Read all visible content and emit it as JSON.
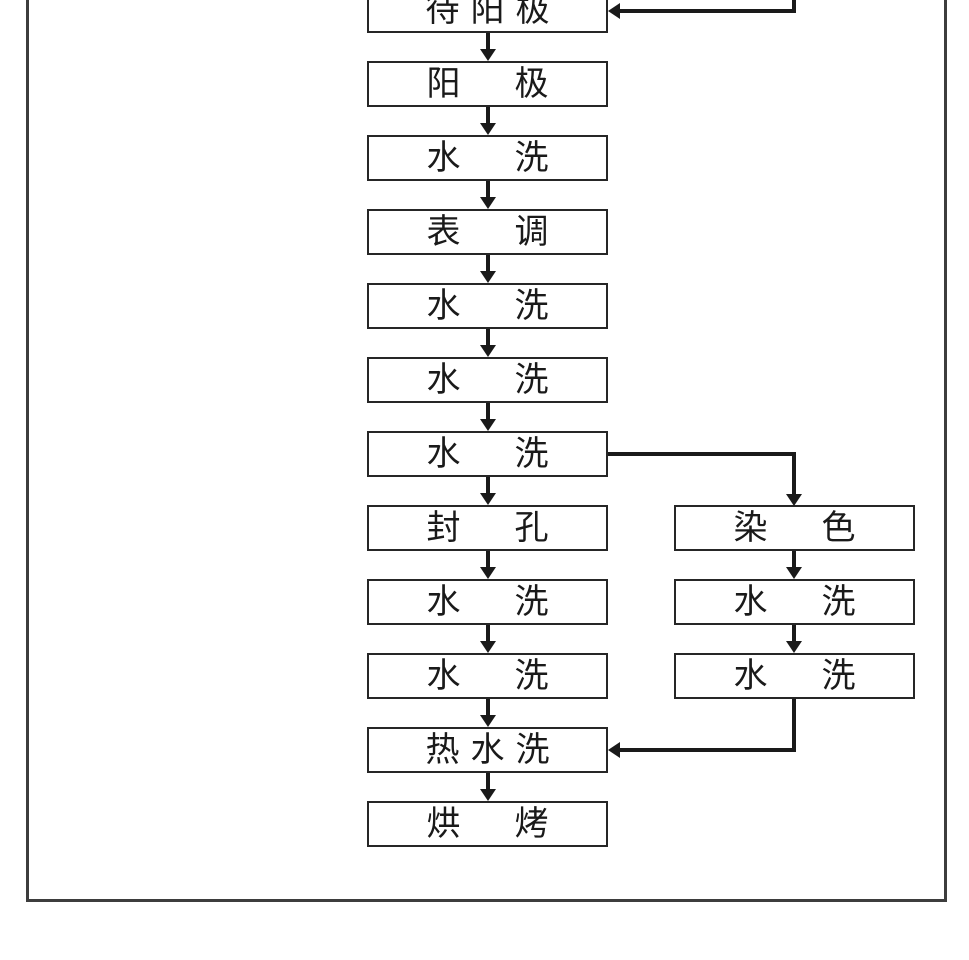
{
  "colors": {
    "line": "#1a1a1a",
    "box_border": "#262626",
    "frame_border": "#3d3d3d",
    "background": "#ffffff",
    "text": "#1a1a1a"
  },
  "flowchart": {
    "type": "process-flow",
    "description": "Anodizing process flowchart, main column with dyeing branch; entry arrow from off-screen top right; outer frame cropped at top",
    "main_column": [
      {
        "id": "pre-anodize",
        "label": "待阳极"
      },
      {
        "id": "anodize",
        "label": "阳极"
      },
      {
        "id": "water-wash-1",
        "label": "水洗"
      },
      {
        "id": "surface-conditioning",
        "label": "表调"
      },
      {
        "id": "water-wash-2",
        "label": "水洗"
      },
      {
        "id": "water-wash-3",
        "label": "水洗"
      },
      {
        "id": "water-wash-4",
        "label": "水洗"
      },
      {
        "id": "sealing",
        "label": "封孔"
      },
      {
        "id": "water-wash-5",
        "label": "水洗"
      },
      {
        "id": "water-wash-6",
        "label": "水洗"
      },
      {
        "id": "hot-water-wash",
        "label": "热水洗"
      },
      {
        "id": "baking",
        "label": "烘烤"
      }
    ],
    "branch_column": [
      {
        "id": "dyeing",
        "label": "染色"
      },
      {
        "id": "branch-water-wash-1",
        "label": "水洗"
      },
      {
        "id": "branch-water-wash-2",
        "label": "水洗"
      }
    ],
    "edges": [
      {
        "from": "entry-offscreen-top-right",
        "to": "pre-anodize"
      },
      {
        "from": "pre-anodize",
        "to": "anodize"
      },
      {
        "from": "anodize",
        "to": "water-wash-1"
      },
      {
        "from": "water-wash-1",
        "to": "surface-conditioning"
      },
      {
        "from": "surface-conditioning",
        "to": "water-wash-2"
      },
      {
        "from": "water-wash-2",
        "to": "water-wash-3"
      },
      {
        "from": "water-wash-3",
        "to": "water-wash-4"
      },
      {
        "from": "water-wash-4",
        "to": "sealing"
      },
      {
        "from": "water-wash-4",
        "to": "dyeing",
        "type": "branch-right"
      },
      {
        "from": "sealing",
        "to": "water-wash-5"
      },
      {
        "from": "water-wash-5",
        "to": "water-wash-6"
      },
      {
        "from": "water-wash-6",
        "to": "hot-water-wash"
      },
      {
        "from": "dyeing",
        "to": "branch-water-wash-1"
      },
      {
        "from": "branch-water-wash-1",
        "to": "branch-water-wash-2"
      },
      {
        "from": "branch-water-wash-2",
        "to": "hot-water-wash",
        "type": "merge-left"
      },
      {
        "from": "hot-water-wash",
        "to": "baking"
      }
    ]
  }
}
